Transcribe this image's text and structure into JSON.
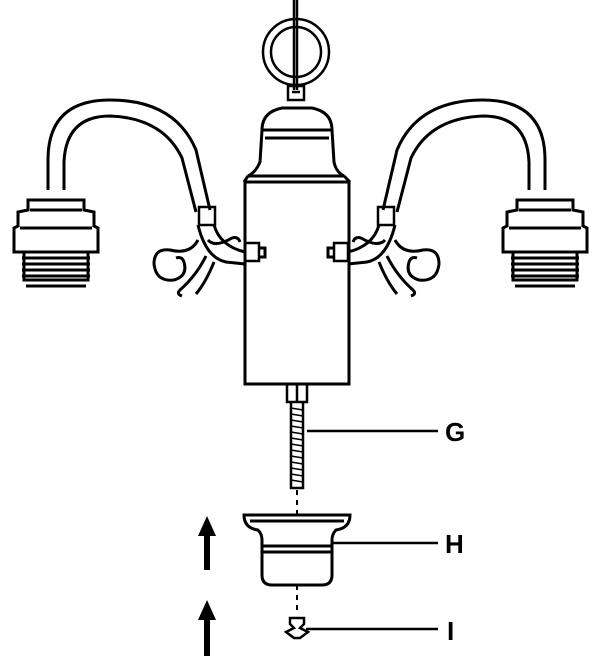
{
  "diagram": {
    "labels": {
      "g": "G",
      "h": "H",
      "i": "I"
    },
    "colors": {
      "stroke": "#000000",
      "background": "#ffffff"
    },
    "icons": [
      "up-arrow-icon",
      "up-arrow-icon"
    ]
  }
}
